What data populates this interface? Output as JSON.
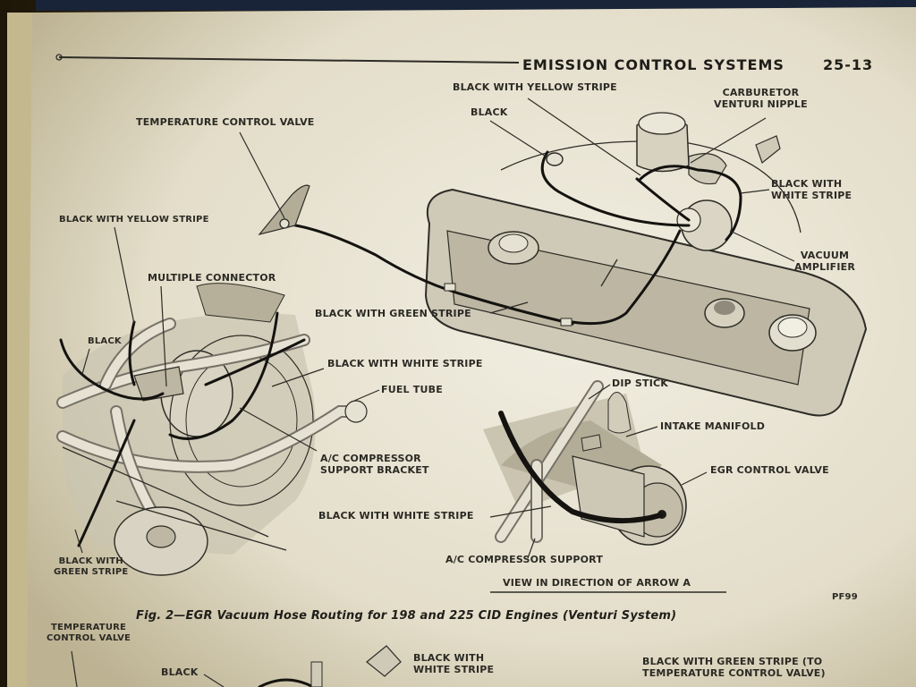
{
  "header": {
    "section_title": "EMISSION CONTROL SYSTEMS",
    "page_number": "25-13"
  },
  "labels": {
    "black_with_yellow_stripe_top": "BLACK WITH YELLOW STRIPE",
    "black_top": "BLACK",
    "carburetor_venturi_nipple": [
      "CARBURETOR",
      "VENTURI NIPPLE"
    ],
    "temperature_control_valve": "TEMPERATURE CONTROL VALVE",
    "black_with_white_stripe_right": [
      "BLACK WITH",
      "WHITE STRIPE"
    ],
    "black_with_yellow_stripe_left": "BLACK WITH YELLOW STRIPE",
    "vacuum_amplifier": [
      "VACUUM",
      "AMPLIFIER"
    ],
    "multiple_connector": "MULTIPLE CONNECTOR",
    "black_with_green_stripe": "BLACK WITH GREEN STRIPE",
    "black_left": "BLACK",
    "black_with_white_stripe_mid": "BLACK WITH WHITE STRIPE",
    "fuel_tube": "FUEL TUBE",
    "dip_stick": "DIP STICK",
    "intake_manifold": "INTAKE MANIFOLD",
    "ac_compressor_support_bracket": [
      "A/C COMPRESSOR",
      "SUPPORT BRACKET"
    ],
    "egr_control_valve": "EGR CONTROL VALVE",
    "black_with_white_stripe_bottom": "BLACK WITH WHITE STRIPE",
    "black_with_green_stripe_bottom_left": [
      "BLACK WITH",
      "GREEN STRIPE"
    ],
    "ac_compressor_support": "A/C COMPRESSOR SUPPORT",
    "view_direction": "VIEW IN DIRECTION OF ARROW A",
    "figure_code": "PF99"
  },
  "caption": "Fig. 2—EGR Vacuum Hose Routing for 198 and 225 CID Engines (Venturi System)",
  "next_figure_labels": {
    "temperature_control_valve": [
      "TEMPERATURE",
      "CONTROL VALVE"
    ],
    "black": "BLACK",
    "black_with_white_stripe": [
      "BLACK WITH",
      "WHITE STRIPE"
    ],
    "black_with_green_stripe_to": [
      "BLACK WITH GREEN STRIPE (TO",
      "TEMPERATURE CONTROL VALVE)"
    ]
  }
}
